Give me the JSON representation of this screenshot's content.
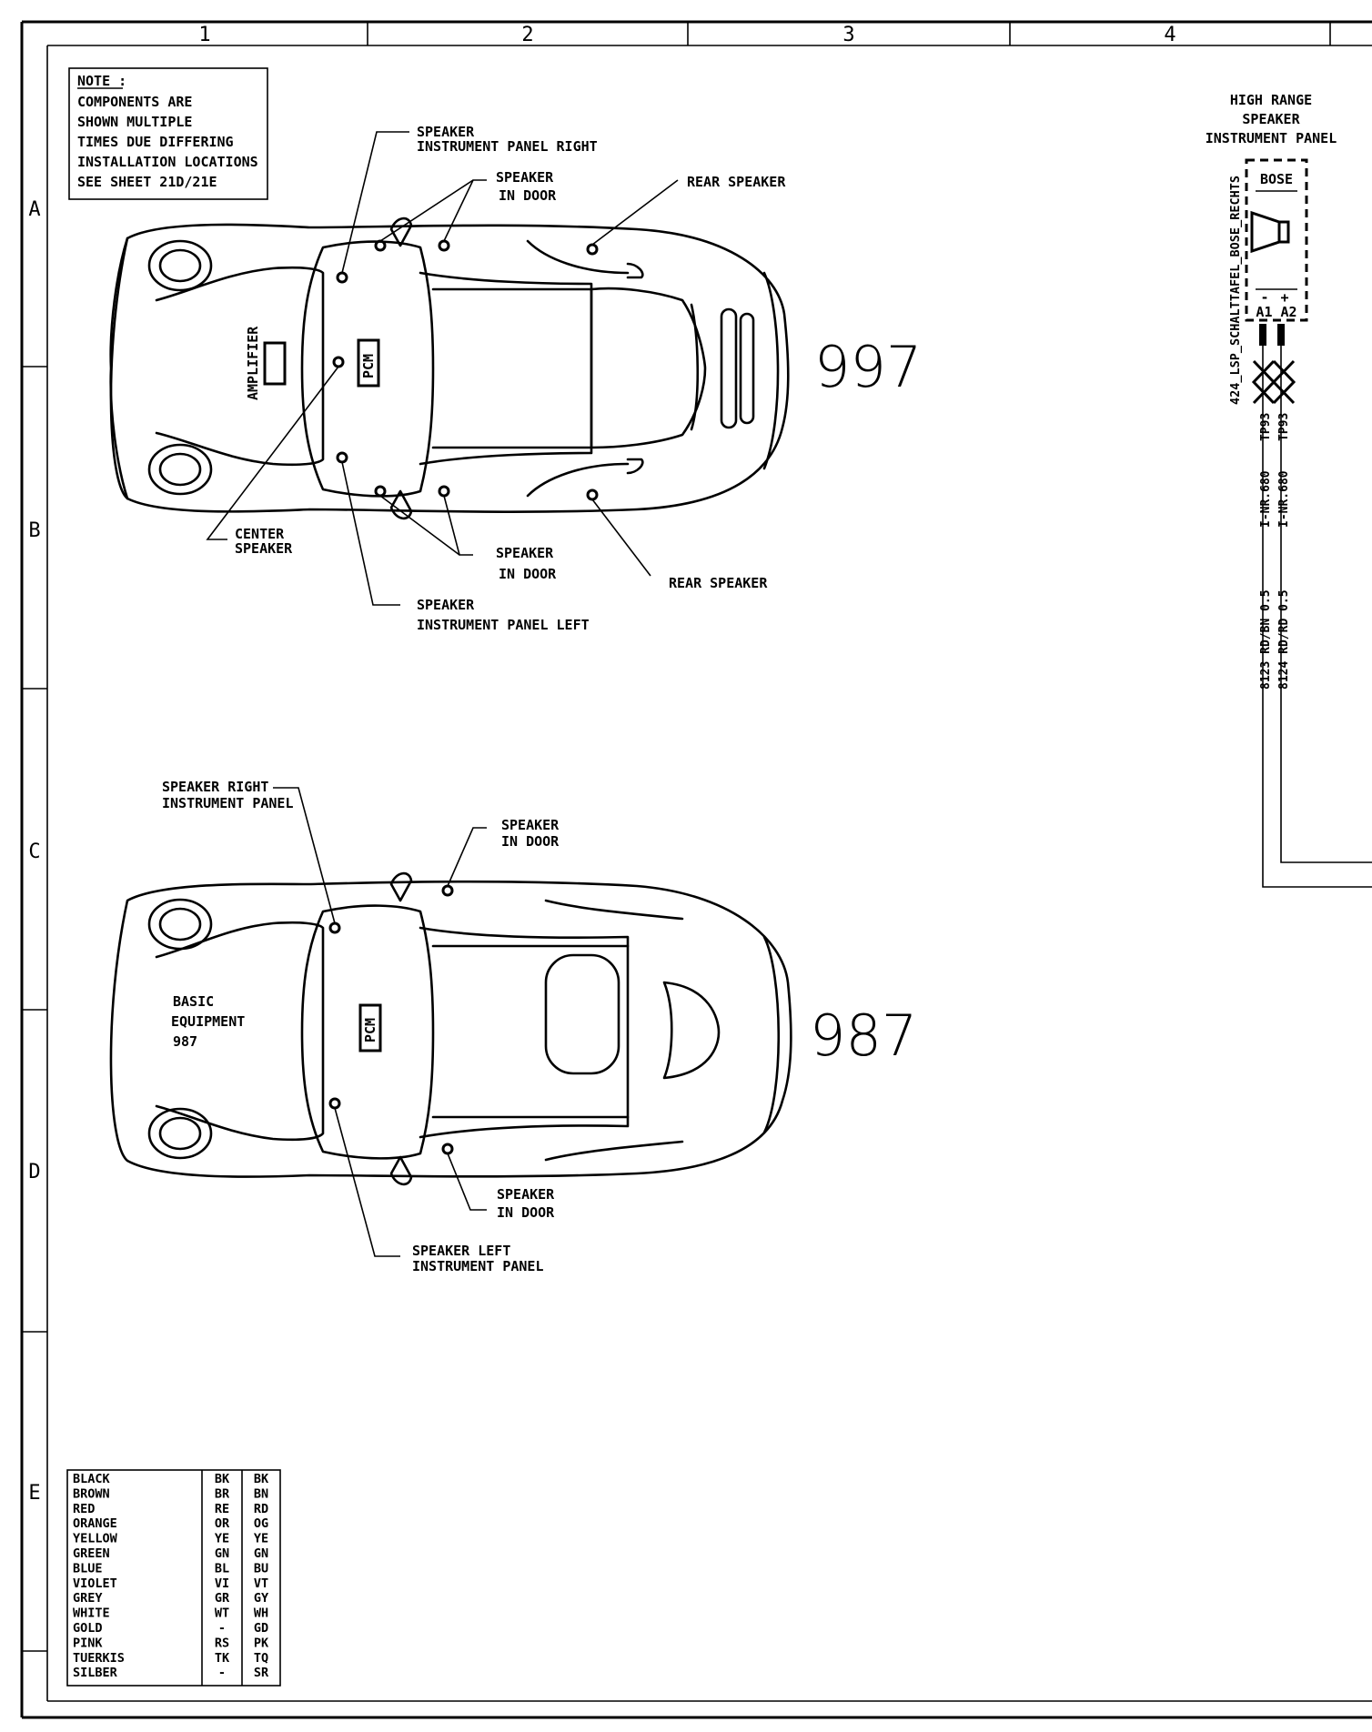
{
  "frame": {
    "columns": [
      "1",
      "2",
      "3",
      "4"
    ],
    "rows": [
      "A",
      "B",
      "C",
      "D",
      "E"
    ]
  },
  "note": {
    "title": "NOTE :",
    "lines": [
      "COMPONENTS ARE",
      "SHOWN MULTIPLE",
      "TIMES DUE DIFFERING",
      "INSTALLATION LOCATIONS",
      "SEE SHEET 21D/21E"
    ]
  },
  "car997": {
    "model": "997",
    "amplifier": "AMPLIFIER",
    "pcm": "PCM",
    "labels": {
      "speaker_ip_right": [
        "SPEAKER",
        "INSTRUMENT PANEL RIGHT"
      ],
      "speaker_door_top": [
        "SPEAKER",
        "IN DOOR"
      ],
      "rear_speaker_top": "REAR SPEAKER",
      "center_speaker": [
        "CENTER",
        "SPEAKER"
      ],
      "speaker_door_bottom": [
        "SPEAKER",
        "IN DOOR"
      ],
      "rear_speaker_bottom": "REAR SPEAKER",
      "speaker_ip_left": [
        "SPEAKER",
        "INSTRUMENT PANEL LEFT"
      ]
    }
  },
  "car987": {
    "model": "987",
    "pcm": "PCM",
    "basic": [
      "BASIC",
      "EQUIPMENT",
      "987"
    ],
    "labels": {
      "speaker_right_ip": [
        "SPEAKER RIGHT",
        "INSTRUMENT PANEL"
      ],
      "speaker_door_top": [
        "SPEAKER",
        "IN DOOR"
      ],
      "speaker_door_bottom": [
        "SPEAKER",
        "IN DOOR"
      ],
      "speaker_left_ip": [
        "SPEAKER  LEFT",
        "INSTRUMENT PANEL"
      ]
    }
  },
  "schematic": {
    "title": [
      "HIGH RANGE",
      "SPEAKER",
      "INSTRUMENT PANEL"
    ],
    "component": "BOSE",
    "component_id": "424_LSP_SCHALTTAFEL_BOSE_RECHTS",
    "pin_minus": "-",
    "pin_plus": "+",
    "pins": "A1 A2",
    "connector_1": "TP93",
    "connector_2": "TP93",
    "inr_1": "I-NR.680",
    "inr_2": "I-NR.680",
    "wire_1": "8123 RD/BN 0.5",
    "wire_2": "8124 RD/RD 0.5"
  },
  "legend": {
    "rows": [
      [
        "BLACK",
        "BK",
        "BK"
      ],
      [
        "BROWN",
        "BR",
        "BN"
      ],
      [
        "RED",
        "RE",
        "RD"
      ],
      [
        "ORANGE",
        "OR",
        "OG"
      ],
      [
        "YELLOW",
        "YE",
        "YE"
      ],
      [
        "GREEN",
        "GN",
        "GN"
      ],
      [
        "BLUE",
        "BL",
        "BU"
      ],
      [
        "VIOLET",
        "VI",
        "VT"
      ],
      [
        "GREY",
        "GR",
        "GY"
      ],
      [
        "WHITE",
        "WT",
        "WH"
      ],
      [
        "GOLD",
        "-",
        "GD"
      ],
      [
        "PINK",
        "RS",
        "PK"
      ],
      [
        "TUERKIS",
        "TK",
        "TQ"
      ],
      [
        "SILBER",
        "-",
        "SR"
      ]
    ]
  }
}
